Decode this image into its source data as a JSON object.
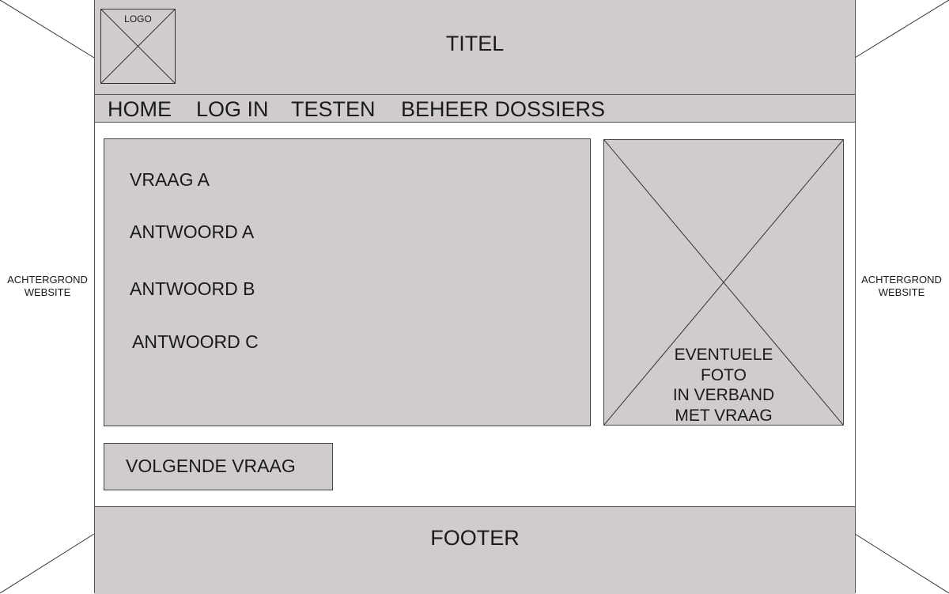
{
  "background": {
    "label_left": [
      "ACHTERGROND",
      "WEBSITE"
    ],
    "label_right": [
      "ACHTERGROND",
      "WEBSITE"
    ]
  },
  "header": {
    "logo_label": "LOGO",
    "title": "TITEL"
  },
  "nav": {
    "items": [
      "HOME",
      "LOG IN",
      "TESTEN",
      "BEHEER DOSSIERS"
    ]
  },
  "question": {
    "text": "VRAAG A",
    "answers": [
      "ANTWOORD A",
      "ANTWOORD B",
      "ANTWOORD C"
    ]
  },
  "photo": {
    "caption": [
      "EVENTUELE",
      "FOTO",
      "IN VERBAND",
      "MET VRAAG"
    ]
  },
  "next_button": {
    "label": "VOLGENDE VRAAG"
  },
  "footer": {
    "label": "FOOTER"
  },
  "colors": {
    "panel_fill": "#d0cccb",
    "outline": "#444444",
    "page_background": "#ffffff"
  }
}
